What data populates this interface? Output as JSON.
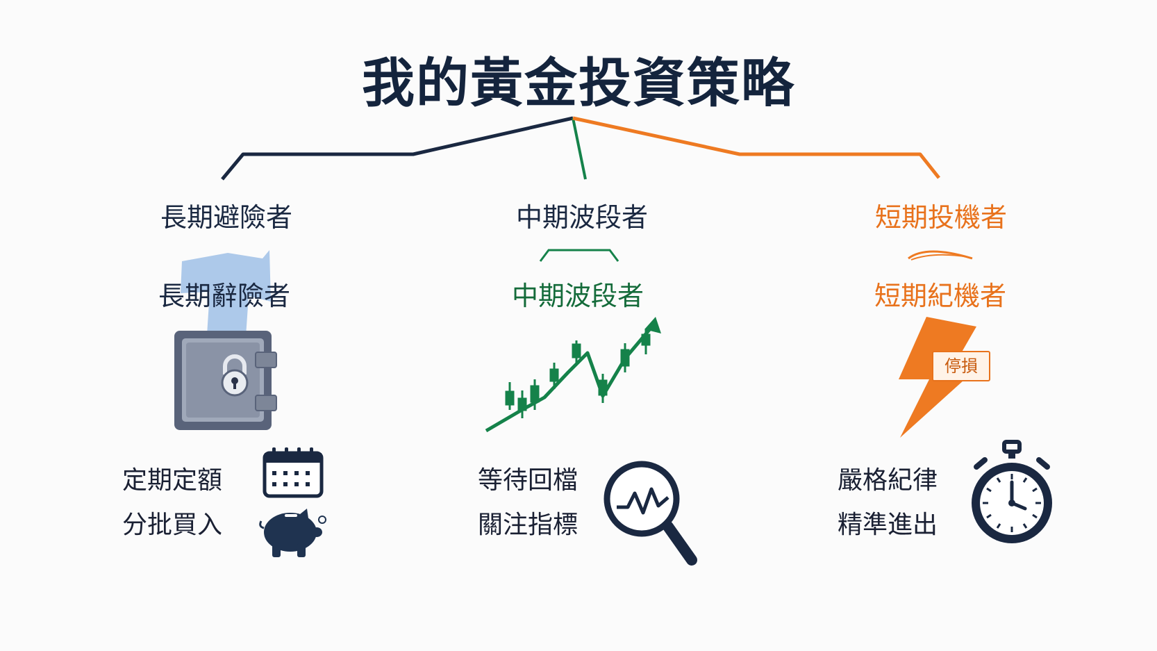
{
  "title": "我的黃金投資策略",
  "colors": {
    "navy": "#1a2841",
    "green": "#15824a",
    "orange": "#ee7a22",
    "steel": "#7d8698",
    "paper": "#fbfbfb"
  },
  "columns": [
    {
      "heading": "長期避險者",
      "subheading": "長期辭險者",
      "illustration": "safe-icon",
      "items": [
        "定期定額",
        "分批買入"
      ],
      "item_icons": [
        "calendar-icon",
        "piggy-bank-icon"
      ]
    },
    {
      "heading": "中期波段者",
      "subheading": "中期波段者",
      "illustration": "candlestick-chart-icon",
      "items": [
        "等待回檔",
        "關注指標"
      ],
      "item_icons": [
        "magnifier-chart-icon"
      ]
    },
    {
      "heading": "短期投機者",
      "subheading": "短期紀機者",
      "illustration": "lightning-icon",
      "badge": "停損",
      "items": [
        "嚴格紀律",
        "精準進出"
      ],
      "item_icons": [
        "stopwatch-icon"
      ]
    }
  ]
}
